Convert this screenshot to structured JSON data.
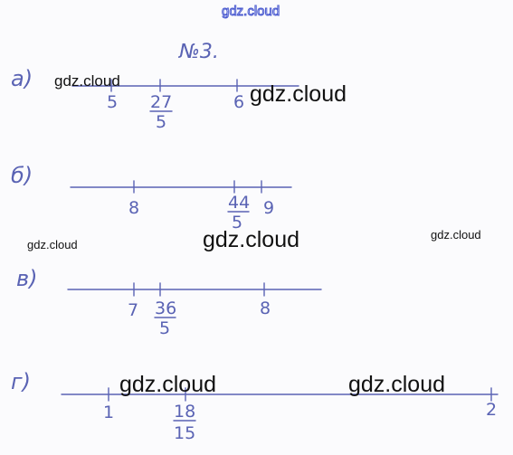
{
  "title": "№3.",
  "watermark_top": "gdz.cloud",
  "watermarks": {
    "w1": "gdz.cloud",
    "w2": "gdz.cloud",
    "w3": "gdz.cloud",
    "w4": "gdz.cloud",
    "w5": "gdz.cloud",
    "w6": "gdz.cloud",
    "w7": "gdz.cloud"
  },
  "parts": {
    "a": {
      "letter": "а)",
      "left": "5",
      "frac_num": "27",
      "frac_den": "5",
      "right": "6"
    },
    "b": {
      "letter": "б)",
      "left": "8",
      "frac_num": "44",
      "frac_den": "5",
      "right": "9"
    },
    "v": {
      "letter": "в)",
      "left": "7",
      "frac_num": "36",
      "frac_den": "5",
      "right": "8"
    },
    "g": {
      "letter": "г)",
      "left": "1",
      "frac_num": "18",
      "frac_den": "15",
      "right": "2"
    }
  },
  "colors": {
    "ink": "#5a63b4",
    "watermark": "#111111"
  }
}
